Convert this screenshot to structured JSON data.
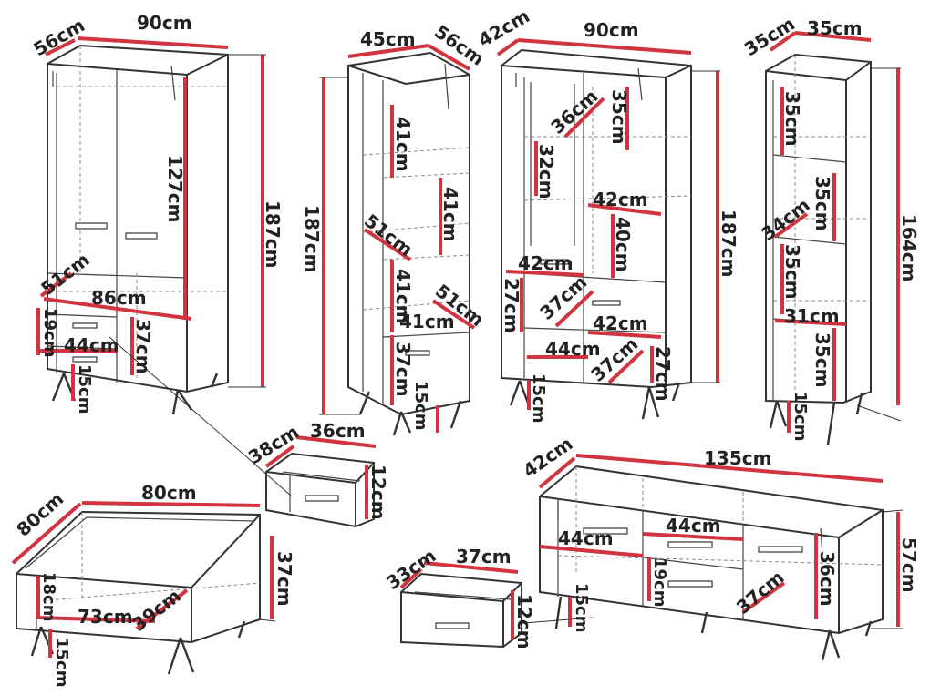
{
  "colors": {
    "dimension": "#d1343e",
    "outline": "#333333",
    "background": "#ffffff"
  },
  "wardrobe": {
    "depth": "56cm",
    "width": "90cm",
    "height": "187cm",
    "inner_height": "127cm",
    "shelf_depth": "51cm",
    "shelf_width": "86cm",
    "drawer_height": "19cm",
    "drawer_width": "44cm",
    "lower_height": "37cm",
    "leg_height": "15cm"
  },
  "bookcase": {
    "width": "45cm",
    "depth": "56cm",
    "height": "187cm",
    "shelf_1": "41cm",
    "shelf_2": "41cm",
    "shelf_3": "41cm",
    "shelf_4": "41cm",
    "shelf_depth_a": "51cm",
    "shelf_depth_b": "51cm",
    "bottom": "37cm",
    "leg_height": "15cm"
  },
  "vitrine": {
    "depth": "42cm",
    "width": "90cm",
    "height": "187cm",
    "glass_depth": "36cm",
    "glass_height": "32cm",
    "top_shelf": "35cm",
    "shelf_width": "42cm",
    "mid_height": "40cm",
    "left_shelf": "42cm",
    "left_height": "27cm",
    "inner_depth": "37cm",
    "right_shelf": "42cm",
    "bottom_width": "44cm",
    "bottom_depth": "37cm",
    "right_height": "27cm",
    "leg_height": "15cm"
  },
  "narrow_shelf": {
    "depth": "35cm",
    "width": "35cm",
    "height": "164cm",
    "shelf_1": "35cm",
    "shelf_2": "35cm",
    "shelf_depth": "34cm",
    "shelf_3": "35cm",
    "shelf_width": "31cm",
    "shelf_4": "35cm",
    "leg_height": "15cm"
  },
  "drawer_a": {
    "depth": "38cm",
    "width": "36cm",
    "height": "12cm"
  },
  "drawer_b": {
    "depth": "33cm",
    "width": "37cm",
    "height": "12cm"
  },
  "coffee_table": {
    "depth": "80cm",
    "width": "80cm",
    "height": "37cm",
    "inner_height": "18cm",
    "inner_width": "73cm",
    "inner_depth": "39cm",
    "leg_height": "15cm"
  },
  "tv_stand": {
    "depth": "42cm",
    "width": "135cm",
    "height": "57cm",
    "shelf_width": "44cm",
    "left_width": "44cm",
    "drawer_height": "19cm",
    "inner_height": "36cm",
    "inner_depth": "37cm",
    "leg_height": "15cm"
  }
}
